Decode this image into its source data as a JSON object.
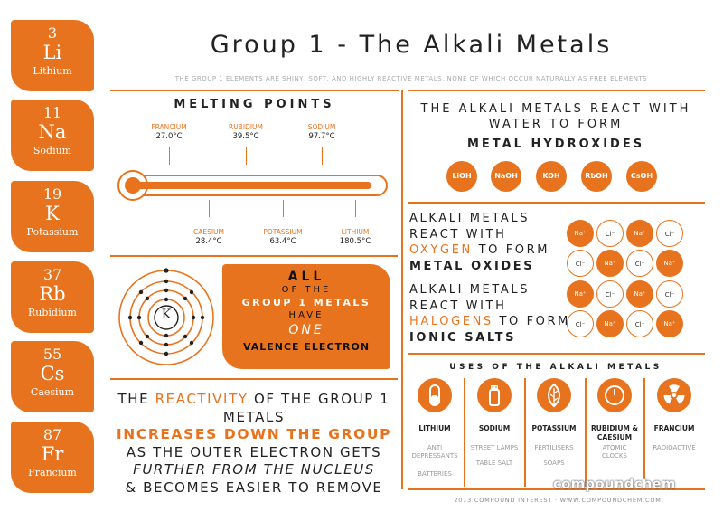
{
  "elements": [
    {
      "number": "3",
      "symbol": "Li",
      "name": "Lithium"
    },
    {
      "number": "11",
      "symbol": "Na",
      "name": "Sodium"
    },
    {
      "number": "19",
      "symbol": "K",
      "name": "Potassium"
    },
    {
      "number": "37",
      "symbol": "Rb",
      "name": "Rubidium"
    },
    {
      "number": "55",
      "symbol": "Cs",
      "name": "Caesium"
    },
    {
      "number": "87",
      "symbol": "Fr",
      "name": "Francium"
    }
  ],
  "title": "Group 1 - The Alkali Metals",
  "subtitle": "THE GROUP 1 ELEMENTS ARE SHINY, SOFT, AND HIGHLY REACTIVE METALS, NONE OF WHICH OCCUR NATURALLY AS FREE ELEMENTS",
  "melting": {
    "title": "MELTING POINTS",
    "top": [
      {
        "name": "FRANCIUM",
        "value": "27.0°C"
      },
      {
        "name": "RUBIDIUM",
        "value": "39.5°C"
      },
      {
        "name": "SODIUM",
        "value": "97.7°C"
      }
    ],
    "bottom": [
      {
        "name": "CAESIUM",
        "value": "28.4°C"
      },
      {
        "name": "POTASSIUM",
        "value": "63.4°C"
      },
      {
        "name": "LITHIUM",
        "value": "180.5°C"
      }
    ]
  },
  "atom": {
    "symbol": "K"
  },
  "valence": {
    "line1": "ALL",
    "line2": "OF THE",
    "line3": "GROUP 1 METALS",
    "line4": "HAVE",
    "line5": "ONE",
    "line6": "VALENCE ELECTRON"
  },
  "reactivity": {
    "l1a": "THE ",
    "l1b": "REACTIVITY",
    "l1c": " OF THE GROUP 1 METALS",
    "l2": "INCREASES DOWN THE GROUP",
    "l3": "AS THE OUTER ELECTRON GETS",
    "l4": "FURTHER FROM THE NUCLEUS",
    "l5": "& BECOMES EASIER TO REMOVE"
  },
  "water": {
    "line1": "THE ALKALI METALS REACT WITH",
    "line2": "WATER TO FORM",
    "line3": "METAL HYDROXIDES",
    "hydroxides": [
      "LiOH",
      "NaOH",
      "KOH",
      "RbOH",
      "CsOH"
    ]
  },
  "oxygen": {
    "l1": "ALKALI METALS",
    "l2": "REACT WITH",
    "l3a": "OXYGEN",
    "l3b": " TO FORM",
    "l4": "METAL OXIDES"
  },
  "halogens": {
    "l1": "ALKALI METALS",
    "l2": "REACT WITH",
    "l3a": "HALOGENS",
    "l3b": " TO FORM",
    "l4": "IONIC SALTS"
  },
  "ions": {
    "na": "Na⁺",
    "cl": "Cl⁻"
  },
  "uses": {
    "title": "USES OF THE ALKALI METALS",
    "items": [
      {
        "name": "LITHIUM",
        "icon": "pill-icon",
        "uses": [
          "ANTI DEPRESSANTS",
          "BATTERIES"
        ]
      },
      {
        "name": "SODIUM",
        "icon": "salt-shaker-icon",
        "uses": [
          "STREET LAMPS",
          "TABLE SALT"
        ]
      },
      {
        "name": "POTASSIUM",
        "icon": "leaf-icon",
        "uses": [
          "FERTILISERS",
          "SOAPS"
        ]
      },
      {
        "name": "RUBIDIUM & CAESIUM",
        "icon": "clock-icon",
        "uses": [
          "ATOMIC CLOCKS"
        ]
      },
      {
        "name": "FRANCIUM",
        "icon": "radioactive-icon",
        "uses": [
          "RADIOACTIVE"
        ]
      }
    ]
  },
  "footer": "2013 COMPOUND INTEREST · WWW.COMPOUNDCHEM.COM",
  "watermark": "compoundchem",
  "colors": {
    "accent": "#e8731e"
  }
}
